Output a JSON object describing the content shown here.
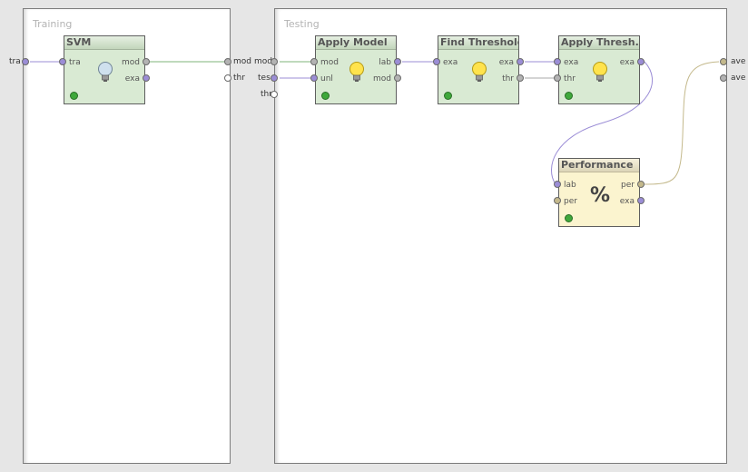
{
  "panels": {
    "training": {
      "title": "Training"
    },
    "testing": {
      "title": "Testing"
    }
  },
  "training_outer": {
    "left_in": "tra",
    "right_out_mod": "mod",
    "right_out_thr": "thr"
  },
  "testing_outer": {
    "left_mod": "mod",
    "left_tes": "tes",
    "left_thr": "thr",
    "right_ave1": "ave",
    "right_ave2": "ave"
  },
  "operators": {
    "svm": {
      "title": "SVM",
      "in1": "tra",
      "out1": "mod",
      "out2": "exa"
    },
    "apply_model": {
      "title": "Apply Model",
      "in1": "mod",
      "in2": "unl",
      "out1": "lab",
      "out2": "mod"
    },
    "find_threshold": {
      "title": "Find Threshold",
      "in1": "exa",
      "out1": "exa",
      "out2": "thr"
    },
    "apply_threshold": {
      "title": "Apply Thresh...",
      "in1": "exa",
      "in2": "thr",
      "out1": "exa"
    },
    "performance": {
      "title": "Performance",
      "in1": "lab",
      "in2": "per",
      "out1": "per",
      "out2": "exa"
    }
  },
  "colors": {
    "port_purple": "#9b8dd6",
    "port_grey": "#b3b3b3",
    "port_olive": "#c4b98c",
    "wire_green": "#7fb57a",
    "wire_purple": "#9b8dd6",
    "wire_grey": "#a8a8a8",
    "wire_olive": "#c4b98c",
    "status_green": "#3fa83b"
  }
}
